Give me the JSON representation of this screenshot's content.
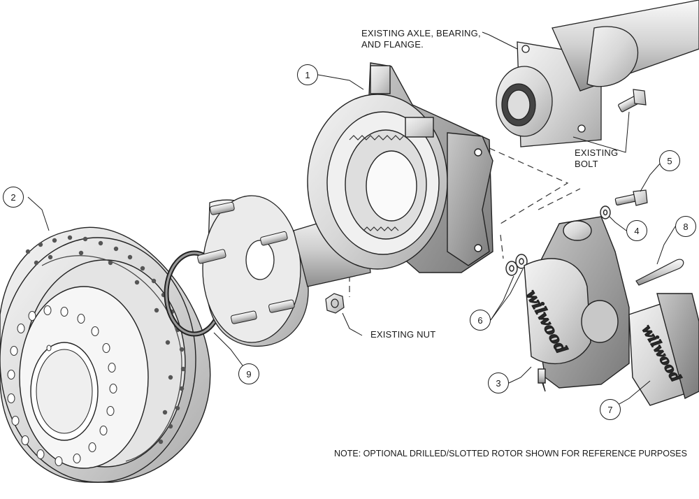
{
  "labels": {
    "axle": [
      "EXISTING AXLE, BEARING,",
      "AND FLANGE."
    ],
    "bolt": [
      "EXISTING",
      "BOLT"
    ],
    "nut": "EXISTING NUT",
    "note": "NOTE: OPTIONAL DRILLED/SLOTTED ROTOR SHOWN FOR REFERENCE PURPOSES"
  },
  "callouts": [
    "1",
    "2",
    "3",
    "4",
    "5",
    "6",
    "7",
    "8",
    "9"
  ],
  "brand": "wilwood"
}
